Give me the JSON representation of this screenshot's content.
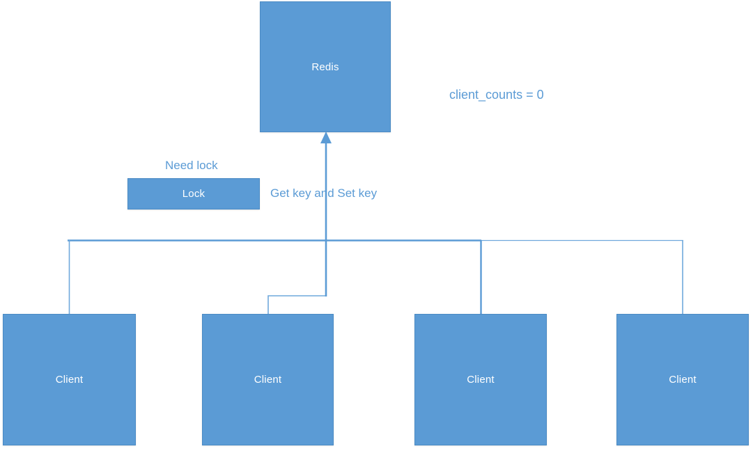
{
  "diagram": {
    "title_text": "Redis distributed lock diagram",
    "background_color": "#ffffff",
    "node_fill_color": "#5B9BD5",
    "node_border_color": "#4A8AC4",
    "node_text_color": "#ffffff",
    "annotation_text_color": "#5B9BD5",
    "connector_color": "#5B9BD5"
  },
  "nodes": {
    "redis": {
      "label": "Redis"
    },
    "lock": {
      "label": "Lock"
    },
    "clients": [
      {
        "label": "Client"
      },
      {
        "label": "Client"
      },
      {
        "label": "Client"
      },
      {
        "label": "Client"
      }
    ]
  },
  "annotations": {
    "client_counts": "client_counts = 0",
    "need_lock": "Need lock",
    "get_set_key": "Get key and Set key"
  }
}
